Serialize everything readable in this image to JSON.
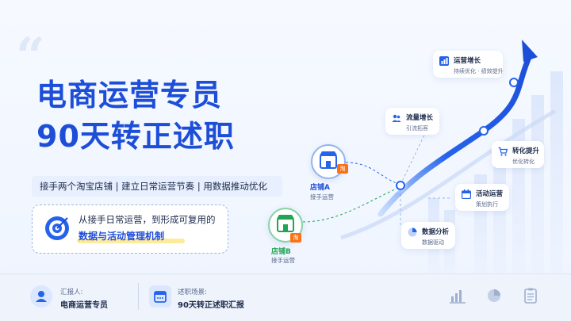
{
  "hero": {
    "title_line1": "电商运营专员",
    "title_line2": "90天转正述职",
    "tagline": "接手两个淘宝店铺 | 建立日常运营节奏 | 用数据推动优化",
    "desc_line1": "从接手日常运营，到形成可复用的",
    "desc_line2": "数据与活动管理机制"
  },
  "diagram": {
    "growth": {
      "title": "运营增长",
      "sub": "持续优化 · 绩效提升"
    },
    "traffic": {
      "title": "流量增长",
      "sub": "引流拓客"
    },
    "conversion": {
      "title": "转化提升",
      "sub": "优化转化"
    },
    "activity": {
      "title": "活动运营",
      "sub": "策划执行"
    },
    "data": {
      "title": "数据分析",
      "sub": "数据驱动"
    },
    "shopA": {
      "name": "店铺A",
      "sub": "接手运营",
      "tag": "淘"
    },
    "shopB": {
      "name": "店铺B",
      "sub": "接手运营",
      "tag": "淘"
    }
  },
  "footer": {
    "reporter_label": "汇报人:",
    "reporter_value": "电商运营专员",
    "scene_label": "述职场景:",
    "scene_value": "90天转正述职汇报"
  },
  "colors": {
    "primary": "#1d4ed8",
    "accent_green": "#22a455",
    "accent_orange": "#f59e0b",
    "background": "#f3f7ff"
  },
  "icons": [
    "quote-icon",
    "target-icon",
    "store-icon",
    "bar-chart-icon",
    "users-icon",
    "cart-icon",
    "calendar-icon",
    "pie-chart-icon",
    "person-icon",
    "clipboard-icon"
  ]
}
